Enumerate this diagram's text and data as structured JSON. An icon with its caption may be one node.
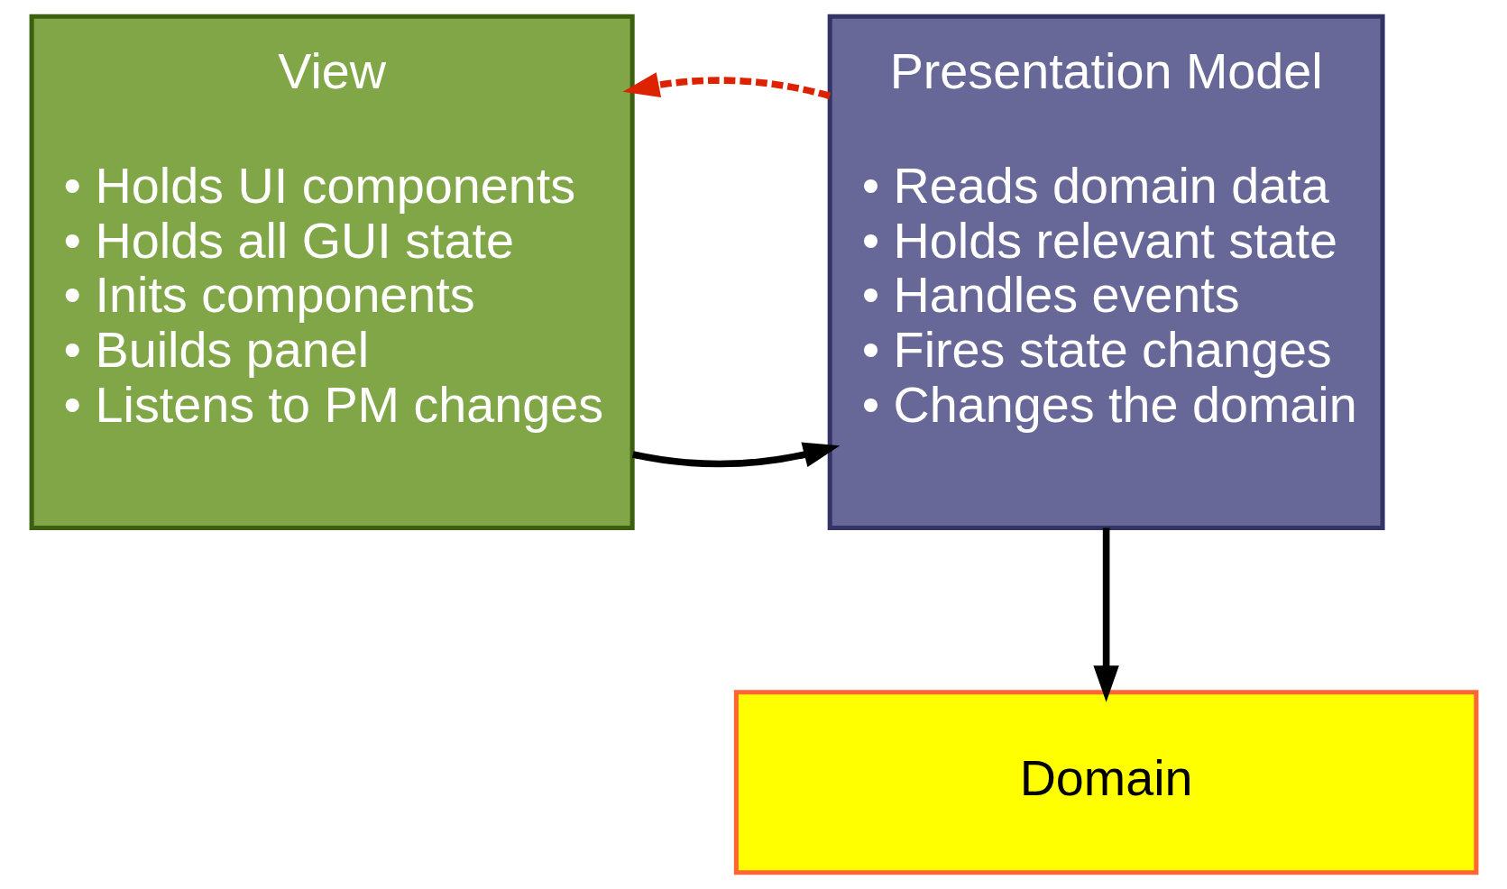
{
  "diagram": {
    "nodes": [
      {
        "text": [
          "View",
          "• Holds UI components",
          "• Holds all GUI state",
          "• Inits components",
          "• Builds panel",
          "• Listens to PM changes"
        ]
      },
      {
        "text": [
          "Presentation Model",
          "• Reads domain data",
          "• Holds relevant state",
          "• Handles events",
          "• Fires state changes",
          "• Changes the domain"
        ]
      },
      {
        "text": [
          "Domain"
        ]
      }
    ],
    "edges": [
      {
        "from": 0,
        "to": 1,
        "arrow": "to"
      },
      {
        "from": 1,
        "to": 0,
        "arrow": "to",
        "style": "dashed",
        "color": "#dd2200"
      },
      {
        "from": 1,
        "to": 2,
        "arrow": "to"
      }
    ]
  }
}
